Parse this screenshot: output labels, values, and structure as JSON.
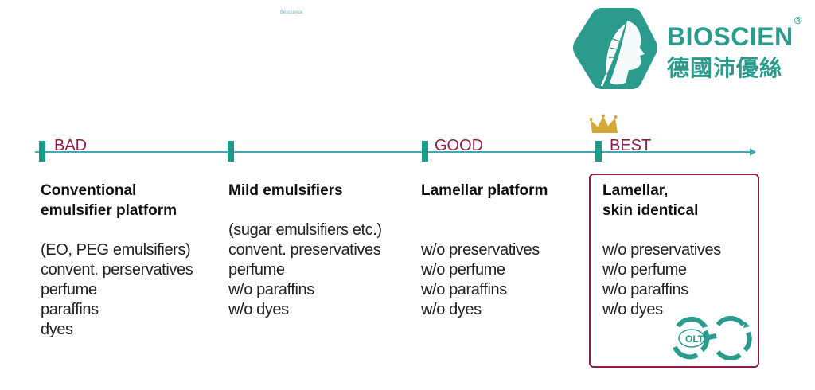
{
  "header": {
    "tiny_label": "Bescrance"
  },
  "logo": {
    "brand_name": "BIOSCIEN",
    "registered_mark": "®",
    "brand_chinese": "德國沛優絲",
    "icon": "feather-face-hexagon-icon"
  },
  "timeline": {
    "ratings": [
      "BAD",
      "GOOD",
      "BEST"
    ],
    "best_icon": "crown-icon"
  },
  "columns": [
    {
      "title": "Conventional\nemulsifier platform",
      "items": [
        "(EO, PEG emulsifiers)",
        "convent. perservatives",
        "perfume",
        "paraffins",
        "dyes"
      ]
    },
    {
      "title": "Mild emulsifiers",
      "items": [
        "(sugar emulsifiers etc.)",
        "convent. preservatives",
        "perfume",
        "w/o paraffins",
        "w/o dyes"
      ]
    },
    {
      "title": "Lamellar platform",
      "items": [
        "w/o preservatives",
        "w/o perfume",
        "w/o paraffins",
        "w/o dyes"
      ]
    },
    {
      "title": "Lamellar,\nskin identical",
      "items": [
        "w/o preservatives",
        "w/o perfume",
        "w/o paraffins",
        "w/o dyes"
      ]
    }
  ],
  "badge": {
    "label": "OLT",
    "mark": "®"
  },
  "colors": {
    "teal": "#2a9b8c",
    "axis": "#3fa9b5",
    "maroon": "#8b1d4e",
    "gold": "#d4a93a"
  }
}
